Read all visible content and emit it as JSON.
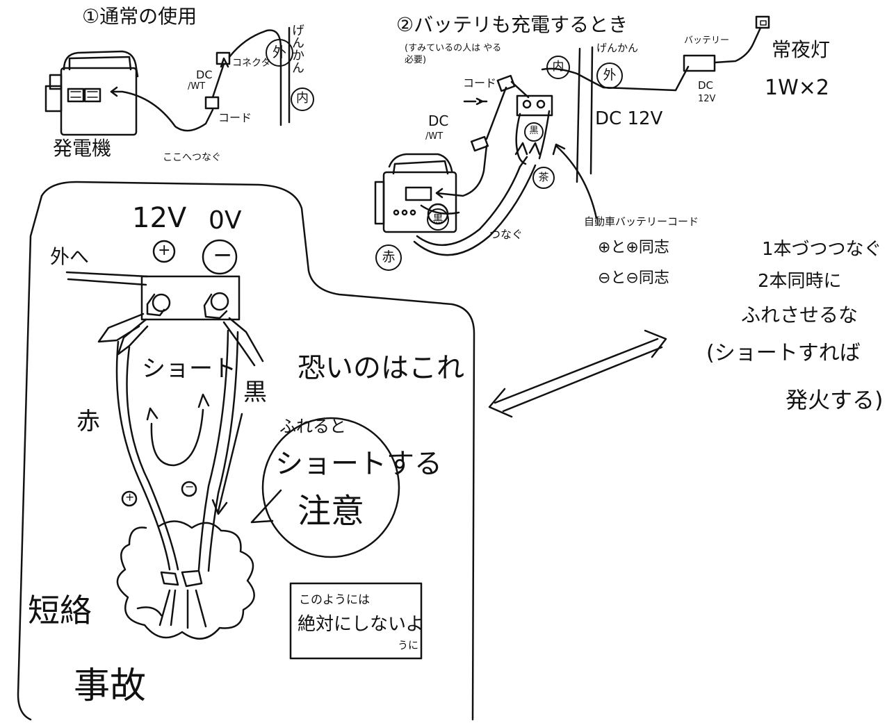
{
  "section1": {
    "title": "①通常の使用",
    "generator_label": "発電機",
    "connect_here": "ここへつなぐ",
    "dc_label": "DC",
    "dc_watt": "/WT",
    "connector_label": "コネクタ",
    "cord_label": "コード",
    "entrance_label": "げんかん",
    "outside_mark": "外",
    "inside_mark": "内"
  },
  "section2": {
    "title": "②バッテリも充電するとき",
    "note": "(すみているの人は やる必要)",
    "cord_label": "コード",
    "dc_label": "DC",
    "dc_watt": "/WT",
    "inside_mark": "内",
    "outside_mark": "外",
    "entrance_label": "げんかん",
    "battery_label": "バッテリー",
    "dc12_small": "DC",
    "dc12_small_v": "12V",
    "dc12_main": "DC 12V",
    "lamp_label": "常夜灯",
    "lamp_spec": "1W×2",
    "connect_label": "つなぐ",
    "black_mark": "黒",
    "red_mark": "赤",
    "brown_mark": "茶",
    "cable_label": "自動車バッテリーコード",
    "rule_plus": "⊕と⊕同志",
    "rule_minus": "⊖と⊖同志"
  },
  "right_note": {
    "line1": "1本づつつなぐ",
    "line2": "2本同時に",
    "line3": "ふれさせるな",
    "line4": "(ショートすれば",
    "line5": "発火する)"
  },
  "detail": {
    "v12": "12V",
    "v0": "0V",
    "to_outside": "外へ",
    "plus": "+",
    "minus": "−",
    "short": "ショート",
    "red": "赤",
    "black": "黒",
    "fear": "恐いのはこれ",
    "touch_note": "ふれると",
    "short_note": "ショートする",
    "caution": "注意",
    "plus_mark": "+",
    "minus_mark": "−",
    "short_circuit": "短絡",
    "accident": "事故",
    "never1": "このようには",
    "never2": "絶対にしないよ",
    "never3": "うに"
  }
}
